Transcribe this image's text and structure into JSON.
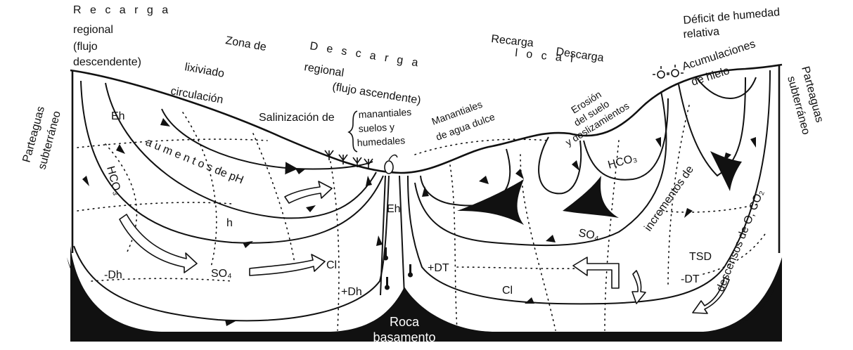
{
  "labels": {
    "recarga_regional_1": "R e c a r g a",
    "recarga_regional_2": "regional",
    "flujo_descendente_1": "(flujo",
    "flujo_descendente_2": "descendente)",
    "zona_de": "Zona de",
    "lixiviado": "lixiviado",
    "circulacion": "circulación",
    "descarga_regional_1": "D e s c a r g a",
    "descarga_regional_2": "regional",
    "flujo_ascendente": "(flujo ascendente)",
    "salinizacion_de": "Salinización de",
    "manantiales": "manantiales",
    "suelos_y": "suelos y",
    "humedales": "humedales",
    "manantiales_agua_1": "Manantiales",
    "manantiales_agua_2": "de agua dulce",
    "recarga_local_1": "Recarga",
    "recarga_local_2": "l o c a l",
    "descarga": "Descarga",
    "erosion_1": "Erosión",
    "erosion_2": "del suelo",
    "erosion_3": "y deslizamientos",
    "deficit_1": "Déficit de humedad",
    "deficit_2": "relativa",
    "acumulaciones_1": "Acumulaciones",
    "acumulaciones_2": "de hielo",
    "parteaguas_left_1": "Parteaguas",
    "parteaguas_left_2": "subterráneo",
    "parteaguas_right_1": "Parteaguas",
    "parteaguas_right_2": "subterráneo",
    "eh_left": "Eh",
    "eh_center": "Eh",
    "hco3_left": "HCO₃",
    "hco3_right": "HCO₃",
    "aumentos_ph": "a u m e n t o s  de pH",
    "h_label": "h",
    "minus_dh": "-Dh",
    "so4_center": "SO₄",
    "cl_center": "Cl",
    "plus_dh": "+Dh",
    "plus_dt": "+DT",
    "cl_bottom": "Cl",
    "so4_right": "SO₄",
    "incrementos_1": "incrementos de",
    "incrementos_2": "TSD",
    "minus_dt": "-DT",
    "descensos": "descensos de O, CO₂",
    "roca_1": "Roca",
    "roca_2": "basamento"
  }
}
